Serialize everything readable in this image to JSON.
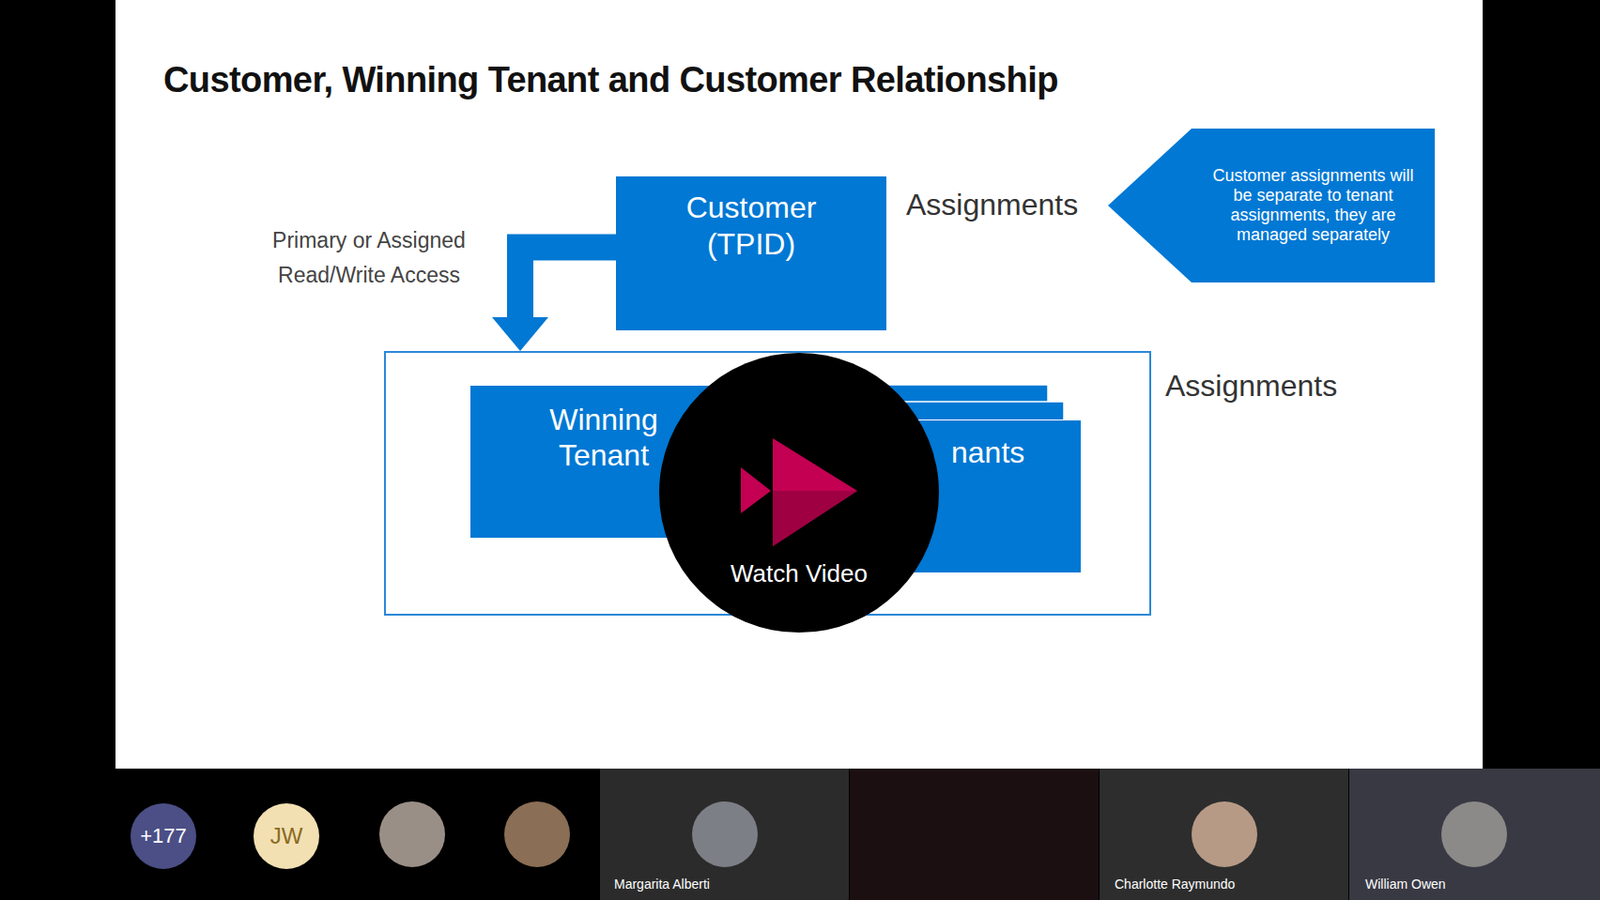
{
  "diagram": {
    "title": "Customer, Winning Tenant and Customer Relationship",
    "nodes": [
      {
        "text": [
          "Customer (TPID)"
        ]
      },
      {
        "text": [
          "Customer assignments will be separate to tenant assignments, they are managed separately"
        ]
      },
      {
        "text": [
          "Assignments"
        ]
      },
      {
        "text": [
          "Winning Tenant"
        ],
        "in": 2
      },
      {
        "text": [
          "nants"
        ],
        "in": 2
      },
      {
        "text": [
          "Watch Video"
        ]
      },
      {
        "text": [
          "+177"
        ]
      },
      {
        "text": [
          "JW"
        ]
      }
    ],
    "edges": [
      {
        "from": 0,
        "to": 2,
        "arrow": "to",
        "label": "Primary or Assigned Read/Write Access"
      }
    ],
    "labels": [
      "Assignments",
      "Margarita Alberti",
      "Charlotte Raymundo",
      "William Owen"
    ]
  }
}
